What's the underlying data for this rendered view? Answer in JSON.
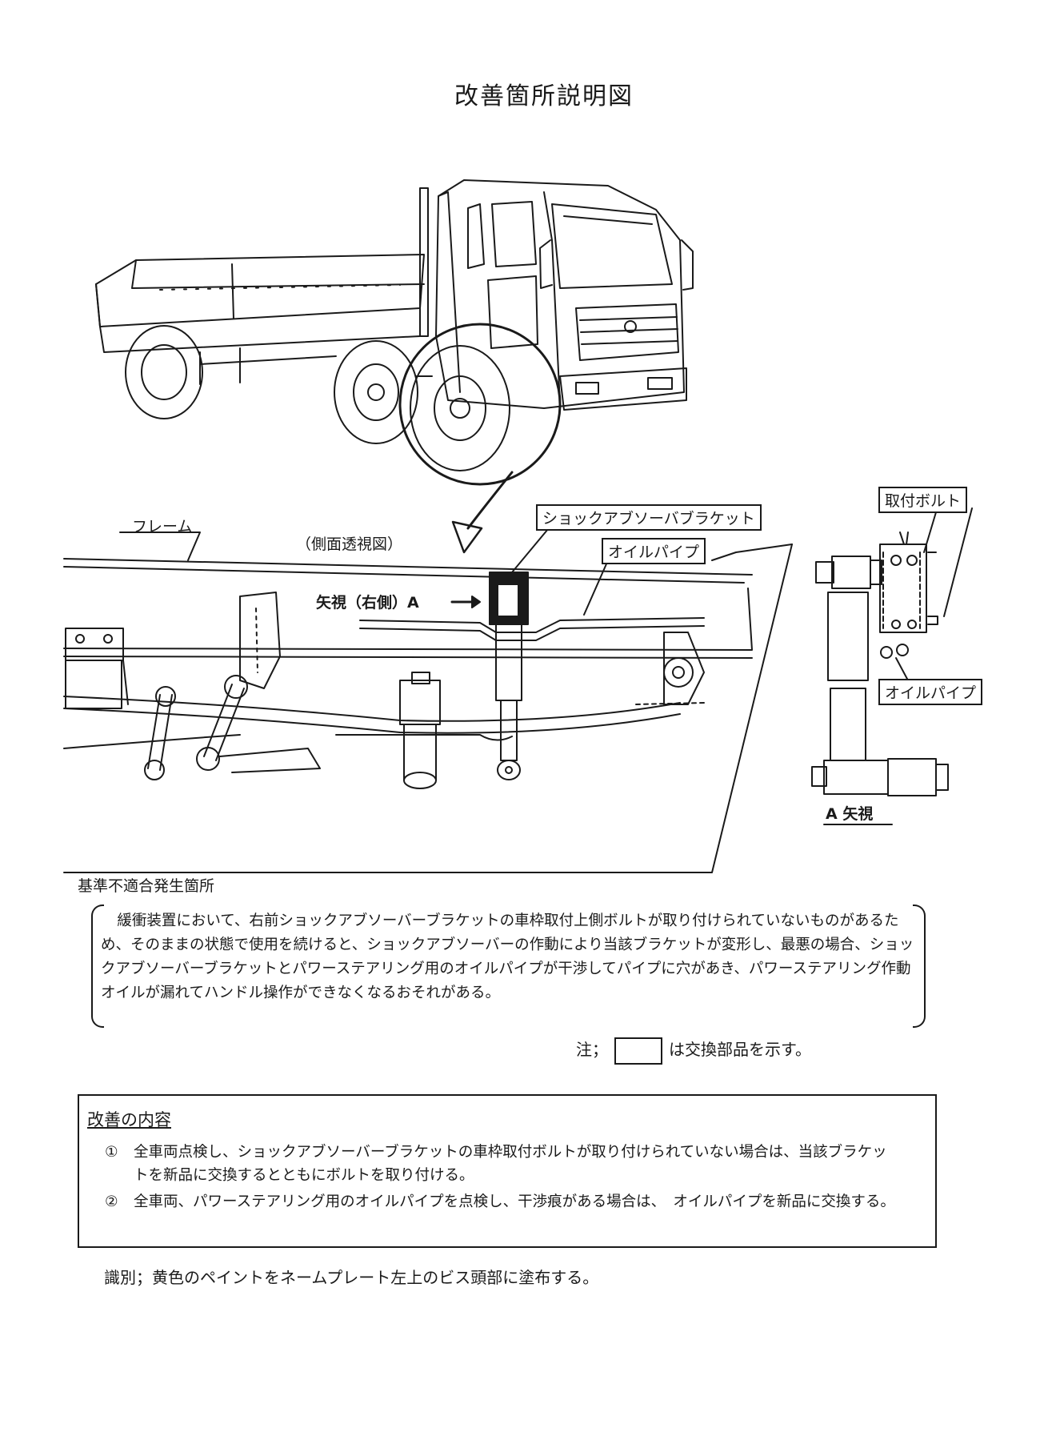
{
  "title": "改善箇所説明図",
  "diagram": {
    "label_frame": "フレーム",
    "label_side_view": "（側面透視図）",
    "label_arrow_view": "矢視（右側）A",
    "label_bracket": "ショックアブソーバブラケット",
    "label_oil_pipe": "オイルパイプ",
    "label_mount_bolt": "取付ボルト",
    "label_oil_pipe_detail": "オイルパイプ",
    "label_a_view": "A 矢視"
  },
  "defect": {
    "heading": "基準不適合発生箇所",
    "text": "緩衝装置において、右前ショックアブソーバーブラケットの車枠取付上側ボルトが取り付けられていないものがあるため、そのままの状態で使用を続けると、ショックアブソーバーの作動により当該ブラケットが変形し、最悪の場合、ショックアブソーバーブラケットとパワーステアリング用のオイルパイプが干渉してパイプに穴があき、パワーステアリング作動オイルが漏れてハンドル操作ができなくなるおそれがある。"
  },
  "note": {
    "prefix": "注；",
    "suffix": "は交換部品を示す。"
  },
  "improvement": {
    "heading": "改善の内容",
    "items": [
      {
        "num": "①",
        "text": "全車両点検し、ショックアブソーバーブラケットの車枠取付ボルトが取り付けられていない場合は、当該ブラケットを新品に交換するとともにボルトを取り付ける。"
      },
      {
        "num": "②",
        "text": "全車両、パワーステアリング用のオイルパイプを点検し、干渉痕がある場合は、　オイルパイプを新品に交換する。"
      }
    ]
  },
  "identification": "識別；黄色のペイントをネームプレート左上のビス頭部に塗布する。"
}
